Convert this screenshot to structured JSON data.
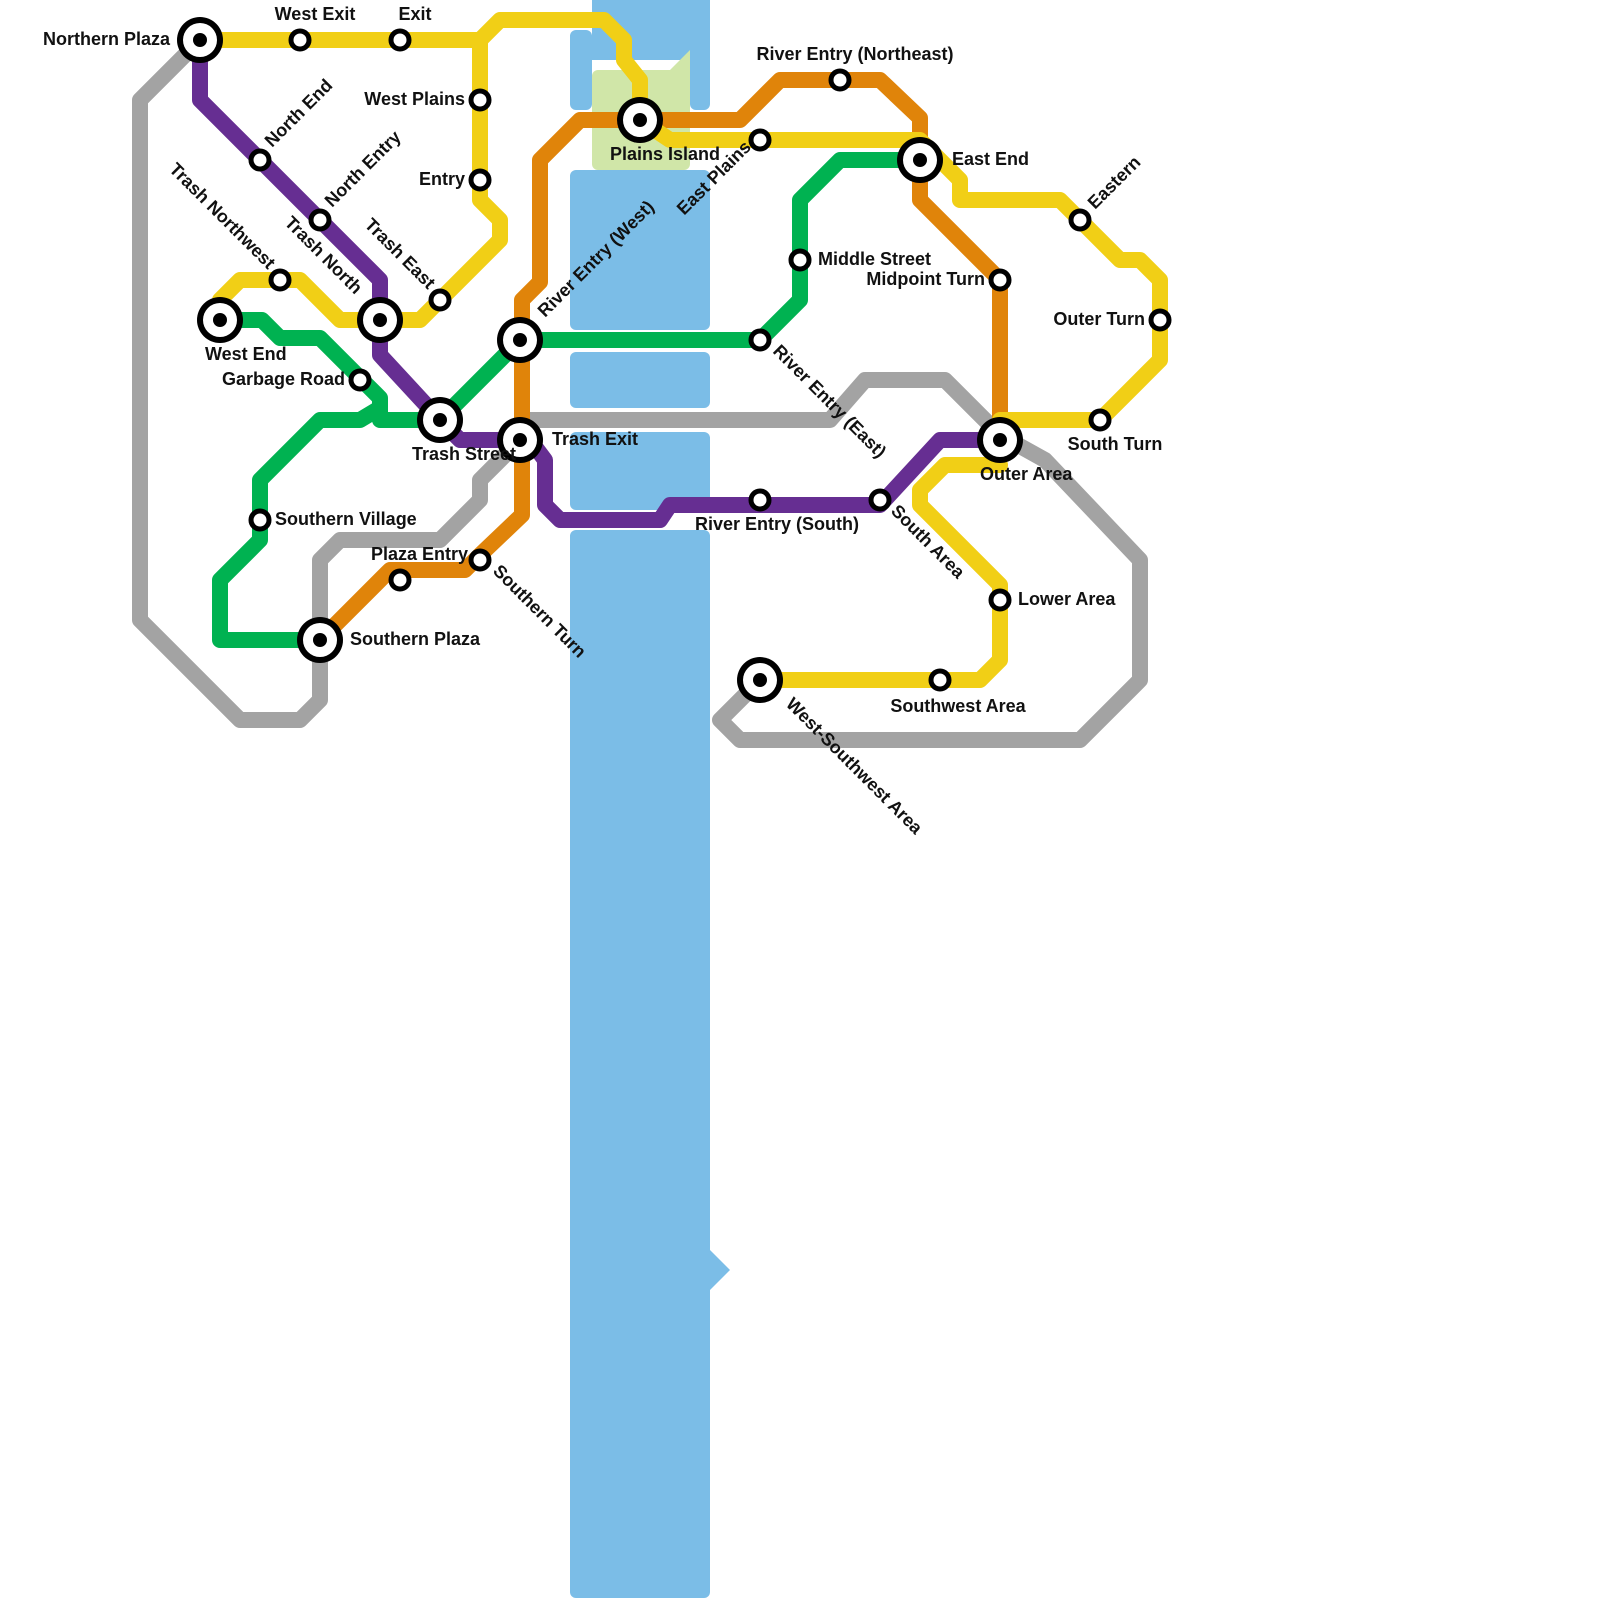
{
  "colors": {
    "background": "#ffffff",
    "river": "#7bbde7",
    "park": "#d0e6a8",
    "gray_line": "#a3a3a3",
    "yellow_line": "#f1cf16",
    "purple_line": "#662e92",
    "orange_line": "#e0840a",
    "green_line": "#00b251",
    "station_stroke": "#000000",
    "station_fill": "#ffffff"
  },
  "stations": {
    "northern_plaza": "Northern Plaza",
    "west_exit": "West Exit",
    "exit": "Exit",
    "west_plains": "West Plains",
    "entry": "Entry",
    "north_end": "North End",
    "north_entry": "North Entry",
    "trash_northwest": "Trash Northwest",
    "trash_north": "Trash North",
    "trash_east": "Trash East",
    "west_end": "West End",
    "garbage_road": "Garbage Road",
    "trash_street": "Trash Street",
    "trash_exit": "Trash Exit",
    "river_entry_west": "River Entry (West)",
    "plains_island": "Plains Island",
    "east_plains": "East Plains",
    "river_entry_northeast": "River Entry (Northeast)",
    "east_end": "East End",
    "eastern": "Eastern",
    "middle_street": "Middle Street",
    "midpoint_turn": "Midpoint Turn",
    "outer_turn": "Outer Turn",
    "south_turn": "South Turn",
    "river_entry_east": "River Entry (East)",
    "outer_area": "Outer Area",
    "south_area": "South Area",
    "river_entry_south": "River Entry (South)",
    "southern_village": "Southern Village",
    "plaza_entry": "Plaza Entry",
    "southern_turn": "Southern Turn",
    "southern_plaza": "Southern Plaza",
    "lower_area": "Lower Area",
    "southwest_area": "Southwest Area",
    "west_southwest_area": "West-Southwest Area"
  }
}
